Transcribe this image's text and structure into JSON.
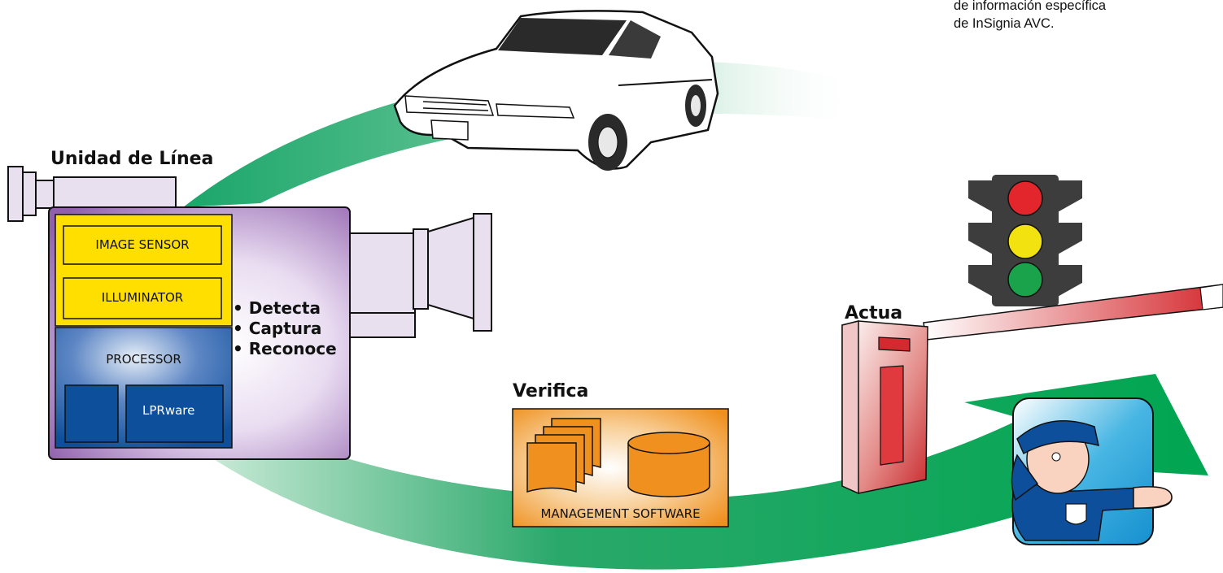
{
  "info_lines": [
    "de información específica",
    "de InSignia AVC."
  ],
  "line_unit": {
    "title": "Unidad de Línea",
    "image_sensor": "IMAGE SENSOR",
    "illuminator": "ILLUMINATOR",
    "processor": "PROCESSOR",
    "lprware": "LPRware",
    "actions": [
      "• Detecta",
      "• Captura",
      "• Reconoce"
    ]
  },
  "verify": {
    "title": "Verifica",
    "software_label": "MANAGEMENT SOFTWARE"
  },
  "actuate": {
    "title": "Actua"
  },
  "traffic_light": {
    "colors": [
      "#e3262b",
      "#f2e20f",
      "#1aa34a"
    ]
  },
  "colors": {
    "arrow_green": "#00a651",
    "unit_purple": "#9b6bb3",
    "sensor_yellow": "#ffdf00",
    "processor_blue": "#0d4f9a",
    "software_orange": "#f0901e",
    "barrier_red": "#d42a2f",
    "officer_blue": "#1d9bd7"
  }
}
